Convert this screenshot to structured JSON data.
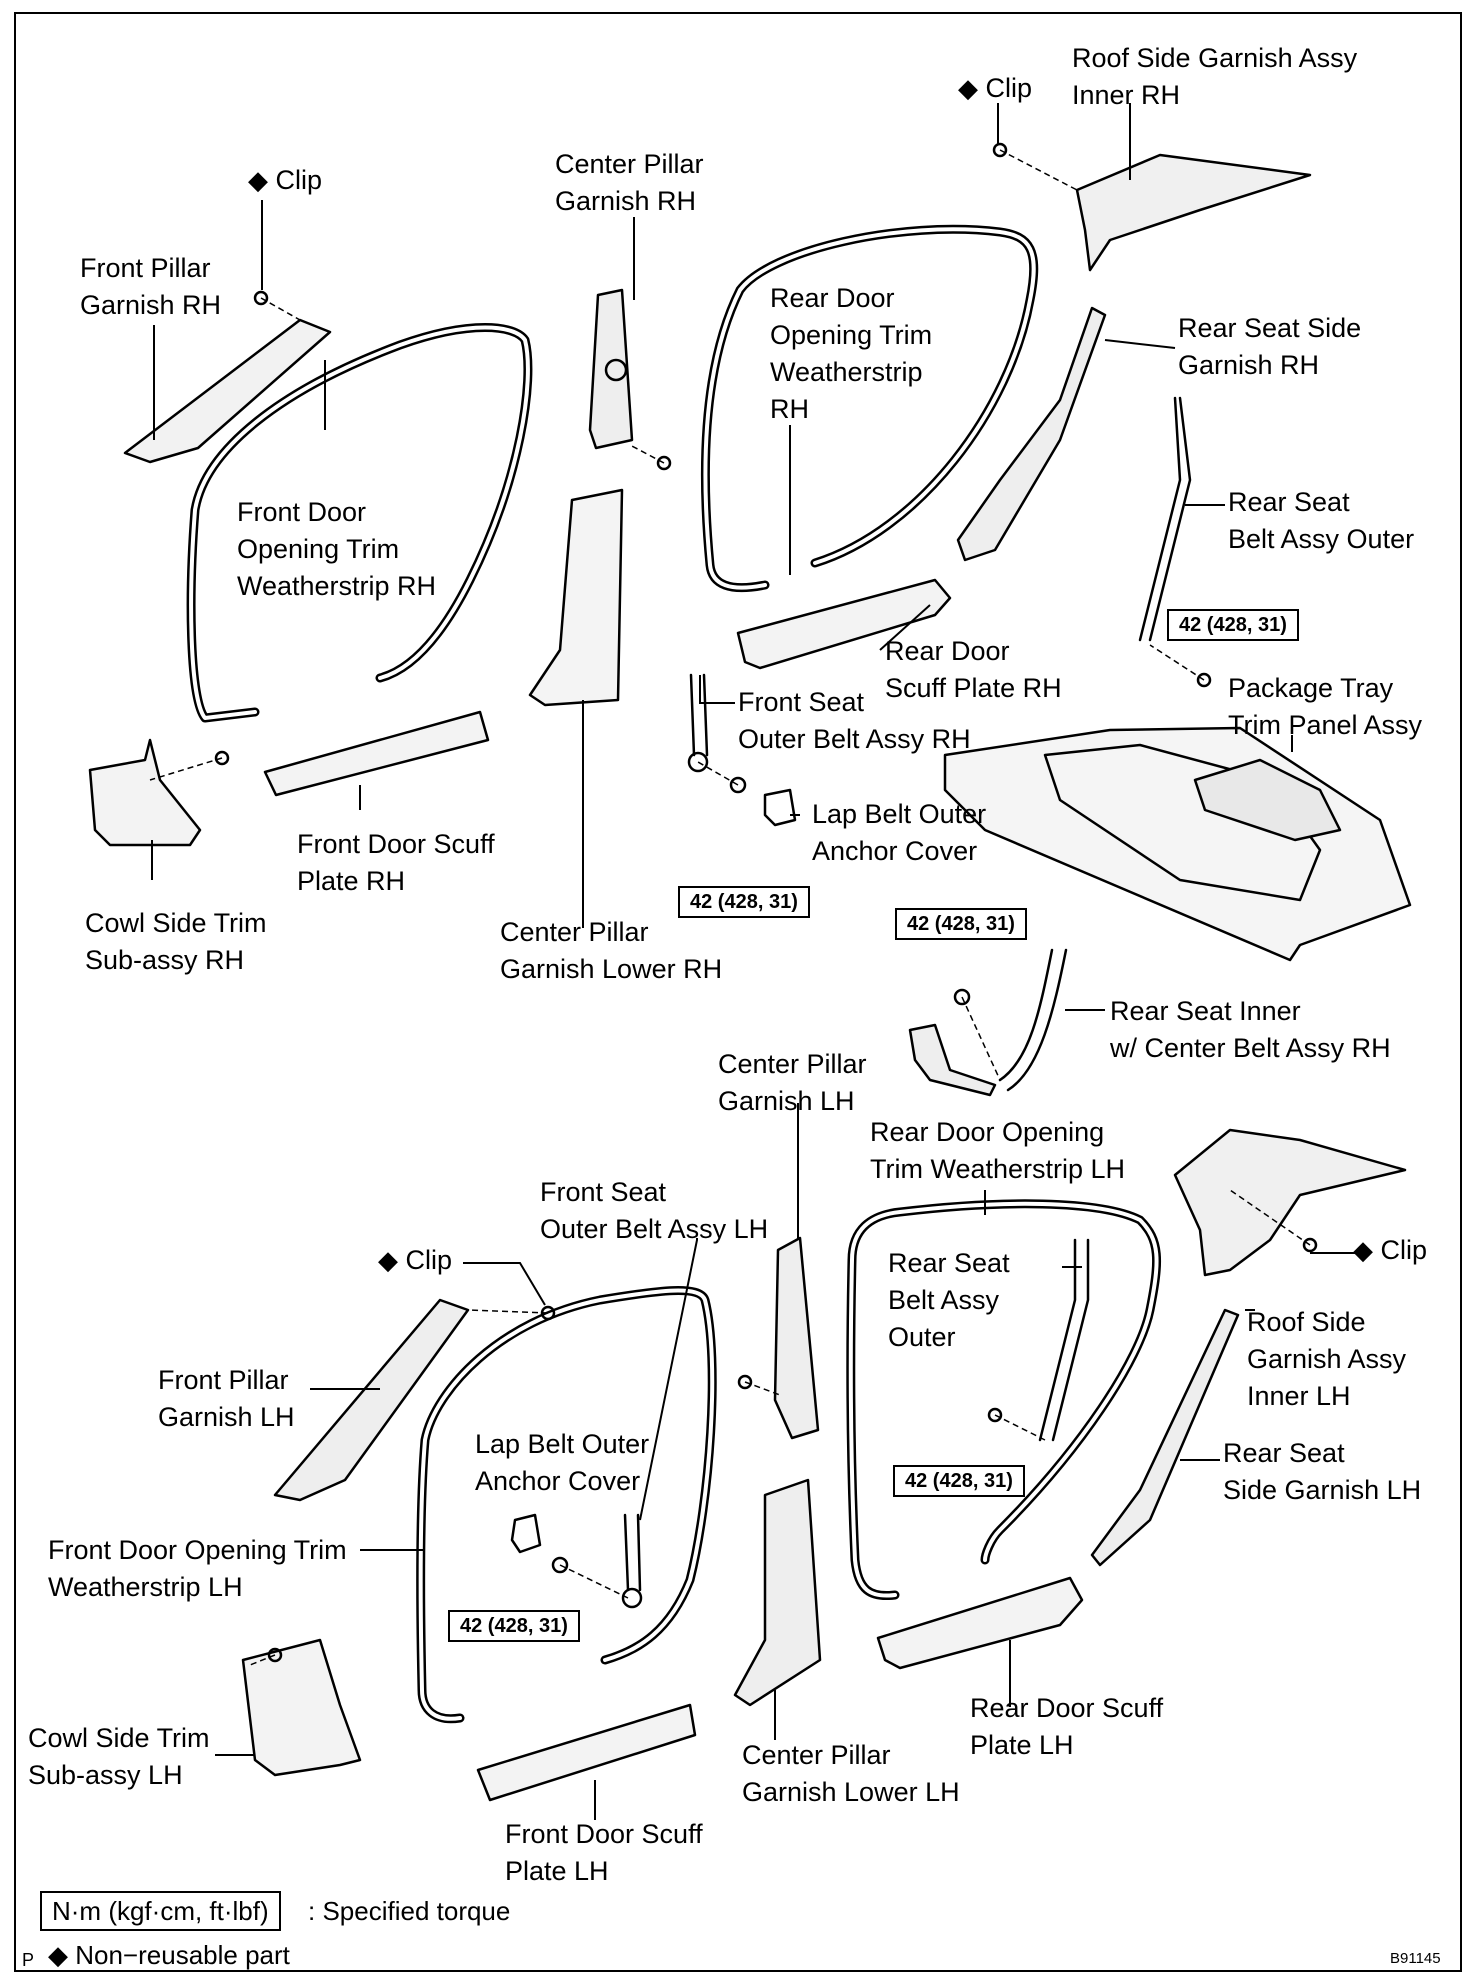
{
  "labels": {
    "roof_side_garnish_rh": [
      "Roof Side Garnish Assy",
      "Inner RH"
    ],
    "clip_top_right": "Clip",
    "clip_top_left": "Clip",
    "center_pillar_garnish_rh": [
      "Center Pillar",
      "Garnish RH"
    ],
    "front_pillar_garnish_rh": [
      "Front Pillar",
      "Garnish RH"
    ],
    "rear_door_opening_trim_rh": [
      "Rear Door",
      "Opening Trim",
      "Weatherstrip",
      "RH"
    ],
    "rear_seat_side_garnish_rh": [
      "Rear Seat Side",
      "Garnish RH"
    ],
    "front_door_opening_trim_rh": [
      "Front Door",
      "Opening Trim",
      "Weatherstrip RH"
    ],
    "rear_seat_belt_outer_rh": [
      "Rear Seat",
      "Belt Assy Outer"
    ],
    "rear_door_scuff_rh": [
      "Rear Door",
      "Scuff Plate RH"
    ],
    "front_seat_outer_belt_rh": [
      "Front Seat",
      "Outer Belt Assy RH"
    ],
    "package_tray": [
      "Package Tray",
      "Trim Panel Assy"
    ],
    "lap_belt_cover_rh": [
      "Lap Belt Outer",
      "Anchor Cover"
    ],
    "front_door_scuff_rh": [
      "Front Door Scuff",
      "Plate RH"
    ],
    "cowl_side_trim_rh": [
      "Cowl Side Trim",
      "Sub-assy RH"
    ],
    "center_pillar_lower_rh": [
      "Center Pillar",
      "Garnish Lower RH"
    ],
    "rear_seat_inner_belt_rh": [
      "Rear Seat Inner",
      "w/ Center Belt Assy RH"
    ],
    "center_pillar_garnish_lh": [
      "Center Pillar",
      "Garnish LH"
    ],
    "rear_door_opening_trim_lh": [
      "Rear Door Opening",
      "Trim Weatherstrip LH"
    ],
    "front_seat_outer_belt_lh": [
      "Front Seat",
      "Outer Belt Assy LH"
    ],
    "clip_mid_right": "Clip",
    "clip_lower_left": "Clip",
    "rear_seat_belt_outer_lh": [
      "Rear Seat",
      "Belt Assy",
      "Outer"
    ],
    "roof_side_garnish_lh": [
      "Roof Side",
      "Garnish Assy",
      "Inner LH"
    ],
    "front_pillar_garnish_lh": [
      "Front Pillar",
      "Garnish LH"
    ],
    "lap_belt_cover_lh": [
      "Lap Belt Outer",
      "Anchor Cover"
    ],
    "rear_seat_side_garnish_lh": [
      "Rear Seat",
      "Side Garnish LH"
    ],
    "front_door_opening_trim_lh": [
      "Front Door Opening Trim",
      "Weatherstrip LH"
    ],
    "rear_door_scuff_lh": [
      "Rear Door Scuff",
      "Plate LH"
    ],
    "cowl_side_trim_lh": [
      "Cowl Side Trim",
      "Sub-assy LH"
    ],
    "center_pillar_lower_lh": [
      "Center Pillar",
      "Garnish Lower LH"
    ],
    "front_door_scuff_lh": [
      "Front Door Scuff",
      "Plate LH"
    ]
  },
  "torque_specs": {
    "rear_belt_outer_rh": "42 (428, 31)",
    "front_belt_rh": "42 (428, 31)",
    "rear_inner_belt_rh": "42 (428, 31)",
    "rear_belt_outer_lh": "42 (428, 31)",
    "front_belt_lh": "42 (428, 31)"
  },
  "legend": {
    "torque_unit": "N·m (kgf·cm, ft·lbf)",
    "torque_desc": ": Specified torque",
    "non_reusable": "Non−reusable part",
    "diamond_symbol": "◆"
  },
  "corner": {
    "left_mark": "P",
    "figure_id": "B91145"
  }
}
